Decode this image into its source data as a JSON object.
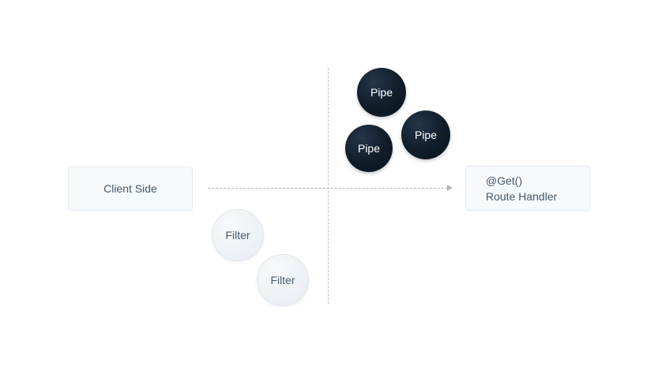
{
  "diagram": {
    "title": "request-pipeline-diagram",
    "client_box": {
      "label": "Client Side"
    },
    "handler_box": {
      "line1": "@Get()",
      "line2": "Route Handler"
    },
    "pipes": [
      {
        "label": "Pipe"
      },
      {
        "label": "Pipe"
      },
      {
        "label": "Pipe"
      }
    ],
    "filters": [
      {
        "label": "Filter"
      },
      {
        "label": "Filter"
      }
    ],
    "colors": {
      "pipe_bg": "#101c29",
      "pipe_text": "#ffffff",
      "filter_bg": "#eef1f5",
      "filter_text": "#4a5b6d",
      "box_bg": "#f7fafc",
      "box_border": "#e4eaf0",
      "box_text": "#45566a",
      "dashed_line": "#aab3bd",
      "background": "#ffffff"
    }
  }
}
